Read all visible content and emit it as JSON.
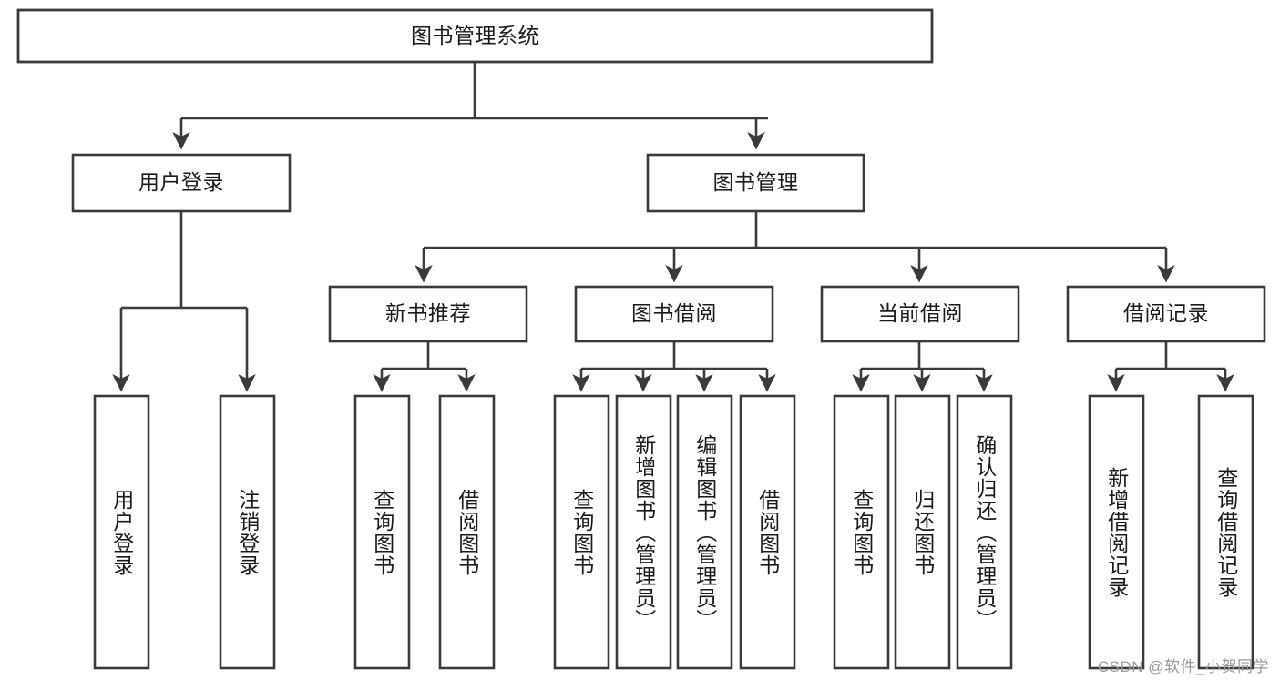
{
  "diagram": {
    "type": "tree",
    "title": "图书管理系统",
    "watermark": "CSDN @软件_小贺同学",
    "levels": {
      "root": {
        "label": "图书管理系统"
      },
      "level2": [
        {
          "id": "user-login",
          "label": "用户登录"
        },
        {
          "id": "book-management",
          "label": "图书管理"
        }
      ],
      "level3": [
        {
          "id": "new-book-recommend",
          "label": "新书推荐",
          "parent": "book-management"
        },
        {
          "id": "book-borrow",
          "label": "图书借阅",
          "parent": "book-management"
        },
        {
          "id": "current-borrow",
          "label": "当前借阅",
          "parent": "book-management"
        },
        {
          "id": "borrow-record",
          "label": "借阅记录",
          "parent": "book-management"
        }
      ],
      "leaves": [
        {
          "id": "leaf-user-login",
          "label": "用户登录",
          "parent": "user-login"
        },
        {
          "id": "leaf-logout",
          "label": "注销登录",
          "parent": "user-login"
        },
        {
          "id": "leaf-query-book-1",
          "label": "查询图书",
          "parent": "new-book-recommend"
        },
        {
          "id": "leaf-borrow-book-1",
          "label": "借阅图书",
          "parent": "new-book-recommend"
        },
        {
          "id": "leaf-query-book-2",
          "label": "查询图书",
          "parent": "book-borrow"
        },
        {
          "id": "leaf-add-book",
          "label": "新增图书（管理员）",
          "parent": "book-borrow"
        },
        {
          "id": "leaf-edit-book",
          "label": "编辑图书（管理员）",
          "parent": "book-borrow"
        },
        {
          "id": "leaf-borrow-book-2",
          "label": "借阅图书",
          "parent": "book-borrow"
        },
        {
          "id": "leaf-query-book-3",
          "label": "查询图书",
          "parent": "current-borrow"
        },
        {
          "id": "leaf-return-book",
          "label": "归还图书",
          "parent": "current-borrow"
        },
        {
          "id": "leaf-confirm-return",
          "label": "确认归还（管理员）",
          "parent": "current-borrow"
        },
        {
          "id": "leaf-add-record",
          "label": "新增借阅记录",
          "parent": "borrow-record"
        },
        {
          "id": "leaf-query-record",
          "label": "查询借阅记录",
          "parent": "borrow-record"
        }
      ]
    },
    "colors": {
      "stroke": "#3a3a3a",
      "fill": "#ffffff",
      "text": "#1a1a1a",
      "watermark": "#9a9a9a"
    }
  }
}
